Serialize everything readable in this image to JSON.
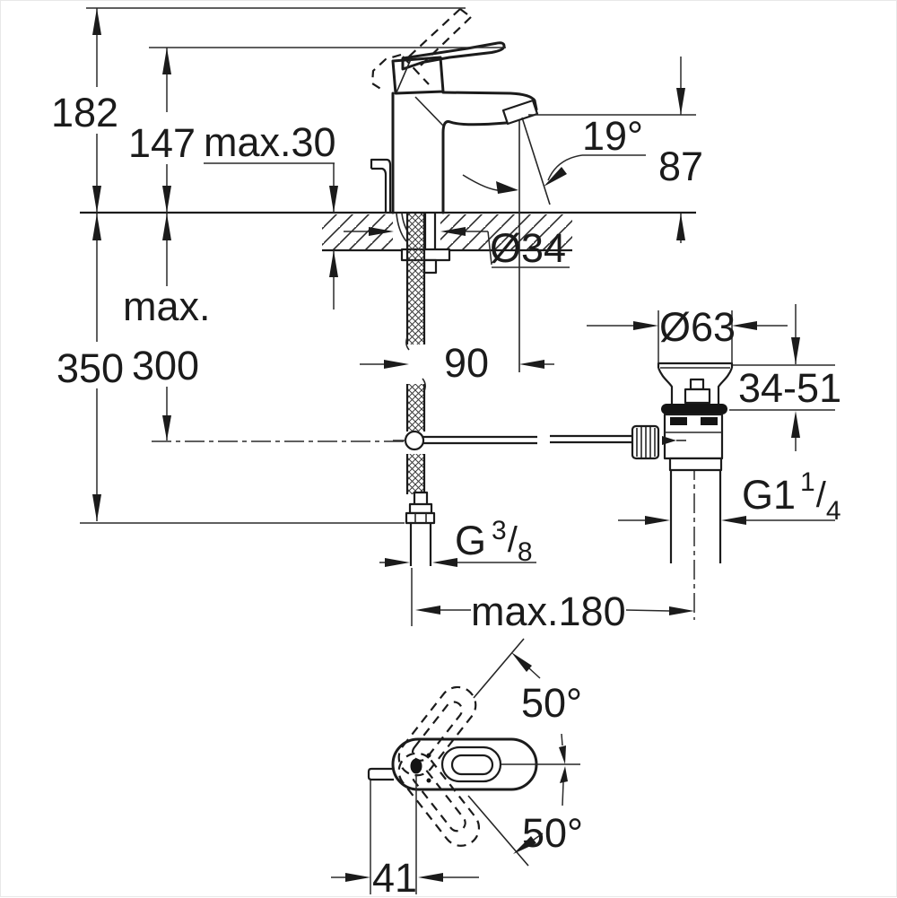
{
  "drawing": {
    "labels": {
      "dim_182": "182",
      "dim_147": "147",
      "dim_max30": "max.30",
      "dim_19deg": "19°",
      "dim_87": "87",
      "dim_d34": "Ø34",
      "dim_max": "max.",
      "dim_300": "300",
      "dim_350": "350",
      "dim_90": "90",
      "dim_d63": "Ø63",
      "dim_3451": "34-51",
      "g114_main": "G1",
      "g114_sup": "1",
      "g114_slash": "/",
      "g114_sub": "4",
      "g38_main": "G",
      "g38_sup": "3",
      "g38_slash": "/",
      "g38_sub": "8",
      "dim_max180": "max.180",
      "dim_50_top": "50°",
      "dim_50_bottom": "50°",
      "dim_41": "41"
    },
    "colors": {
      "line": "#1b1b1b",
      "background": "#ffffff"
    }
  }
}
